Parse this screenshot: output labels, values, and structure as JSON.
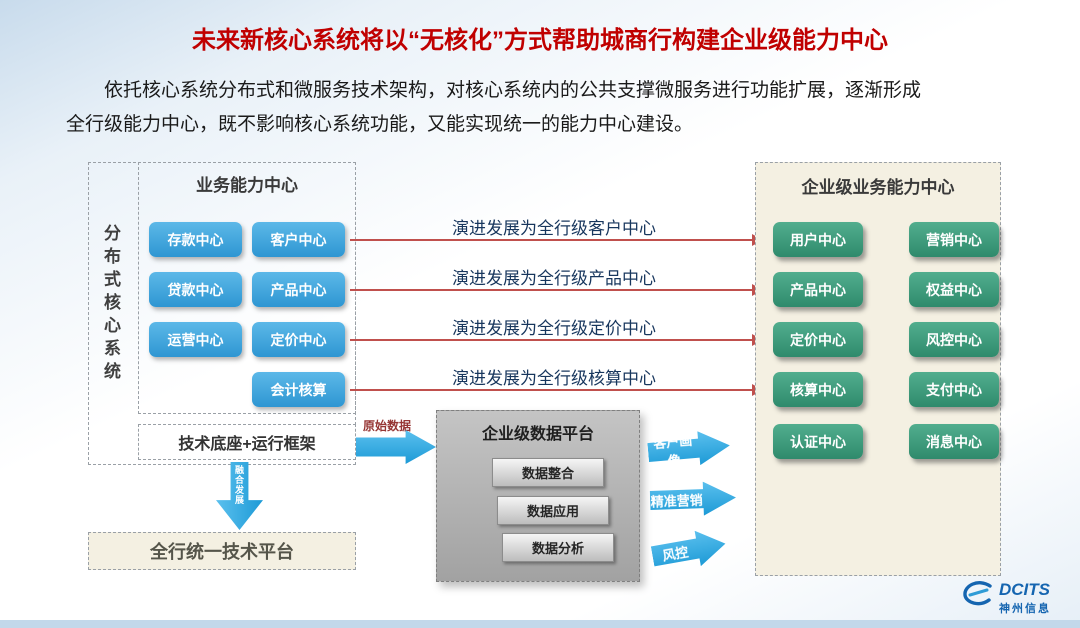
{
  "title": "未来新核心系统将以“无核化”方式帮助城商行构建企业级能力中心",
  "intro": {
    "line1": "依托核心系统分布式和微服务技术架构，对核心系统内的公共支撑微服务进行功能扩展，逐渐形成",
    "line2": "全行级能力中心，既不影响核心系统功能，又能实现统一的能力中心建设。"
  },
  "left": {
    "side_label": "分布式核心系统",
    "business": {
      "title": "业务能力中心",
      "col1": [
        "存款中心",
        "贷款中心",
        "运营中心"
      ],
      "col2": [
        "客户中心",
        "产品中心",
        "定价中心",
        "会计核算"
      ]
    },
    "tech_base": "技术底座+运行框架",
    "fusion_label": "融合发展",
    "platform": "全行统一技术平台"
  },
  "evolution_arrows": [
    "演进发展为全行级客户中心",
    "演进发展为全行级产品中心",
    "演进发展为全行级定价中心",
    "演进发展为全行级核算中心"
  ],
  "data_flow": {
    "raw_data_label": "原始数据",
    "platform_title": "企业级数据平台",
    "items": [
      "数据整合",
      "数据应用",
      "数据分析"
    ],
    "outputs": [
      "客户画像",
      "精准营销",
      "风控"
    ]
  },
  "right": {
    "title": "企业级业务能力中心",
    "col1": [
      "用户中心",
      "产品中心",
      "定价中心",
      "核算中心",
      "认证中心"
    ],
    "col2": [
      "营销中心",
      "权益中心",
      "风控中心",
      "支付中心",
      "消息中心"
    ]
  },
  "logo": {
    "brand": "DCITS",
    "company": "神州信息"
  },
  "colors": {
    "title_red": "#C00000",
    "blue_button": "#2E96D2",
    "green_button": "#2F8A6C",
    "arrow_blue": "#1D9AD6",
    "red_arrow": "#C0504D",
    "beige_panel": "#F4F0E2"
  }
}
